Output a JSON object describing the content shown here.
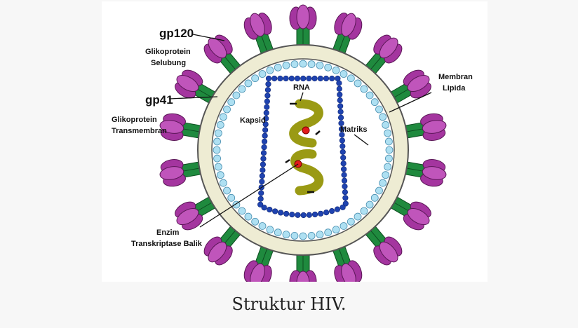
{
  "diagram": {
    "labels": {
      "gp120": "gp120",
      "gp120_desc_1": "Glikoprotein",
      "gp120_desc_2": "Selubung",
      "gp41": "gp41",
      "gp41_desc_1": "Glikoprotein",
      "gp41_desc_2": "Transmembran",
      "membrane_1": "Membran",
      "membrane_2": "Lipida",
      "matrix": "Matriks",
      "capsid": "Kapsid",
      "rna": "RNA",
      "enzyme_1": "Enzim",
      "enzyme_2": "Transkriptase Balik"
    },
    "colors": {
      "envelope_fill": "#eeecd3",
      "envelope_stroke": "#555555",
      "matrix_bead": "#aee0f2",
      "capsid_bead": "#1f43b0",
      "rna": "#9a9a14",
      "enzyme": "#e21b1b",
      "stem": "#1f8a3e",
      "knob": "#a4359f"
    }
  },
  "caption": "Struktur HIV."
}
